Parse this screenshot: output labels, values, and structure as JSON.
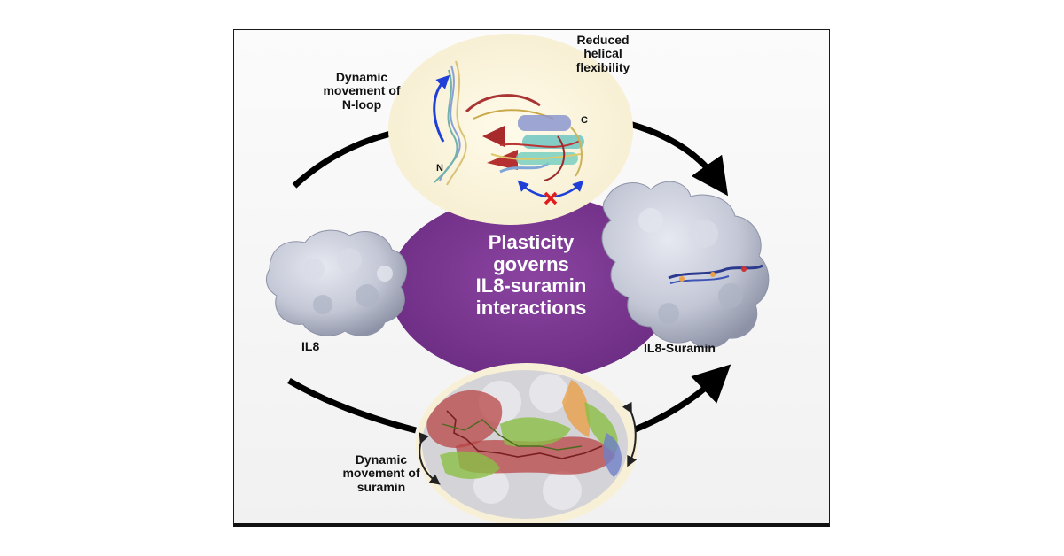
{
  "labels": {
    "center_line1": "Plasticity",
    "center_line2": "governs",
    "center_line3": "IL8-suramin",
    "center_line4": "interactions",
    "reduced_line1": "Reduced",
    "reduced_line2": "helical",
    "reduced_line3": "flexibility",
    "nloop_line1": "Dynamic",
    "nloop_line2": "movement of",
    "nloop_line3": "N-loop",
    "suramin_line1": "Dynamic",
    "suramin_line2": "movement of",
    "suramin_line3": "suramin",
    "il8": "IL8",
    "il8_suramin": "IL8-Suramin",
    "terminus_n": "N",
    "terminus_c": "C"
  },
  "colors": {
    "center_ellipse": "#7b3790",
    "top_panel_bg": "#fbf4dc",
    "protein_surface": "#c9ccd9",
    "arrow": "#000000",
    "blue_arrow": "#1f3fd6",
    "block_mark": "#e01b1b",
    "region_red": "#b84545",
    "region_green": "#8bbf46",
    "region_orange": "#e8a04a",
    "region_blue": "#6f7fc7"
  }
}
